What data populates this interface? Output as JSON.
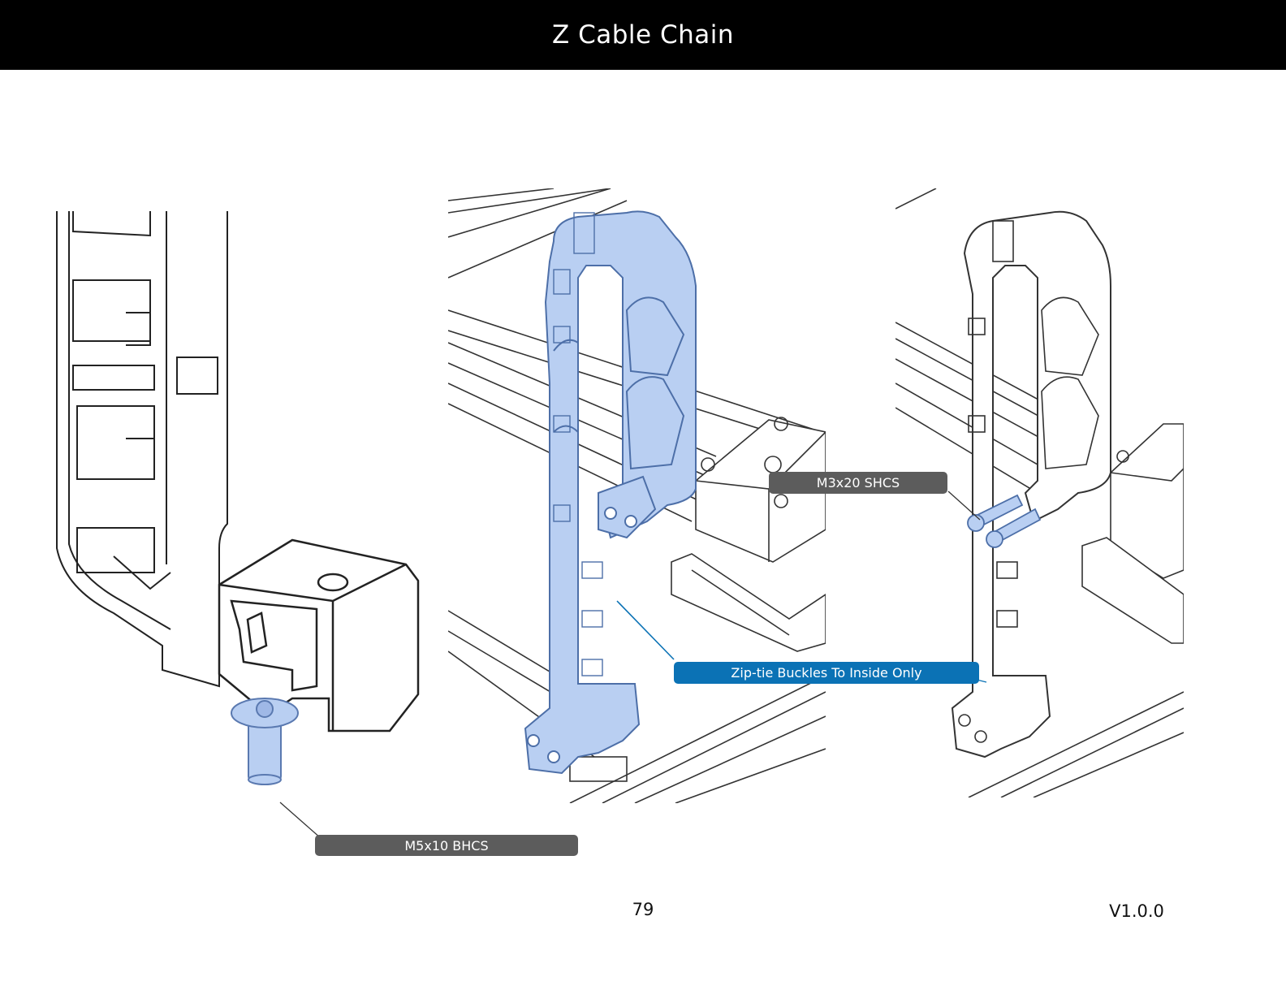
{
  "header": {
    "title": "Z Cable Chain"
  },
  "callouts": {
    "bolt_left": "M5x10 BHCS",
    "bolt_right": "M3x20 SHCS",
    "zip_tie": "Zip-tie Buckles To Inside Only"
  },
  "footer": {
    "page_number": "79",
    "version": "V1.0.0"
  },
  "colors": {
    "header_bg": "#000000",
    "callout_grey": "#5c5c5c",
    "callout_blue": "#0b72b5",
    "highlight_part": "#b9cff2"
  }
}
